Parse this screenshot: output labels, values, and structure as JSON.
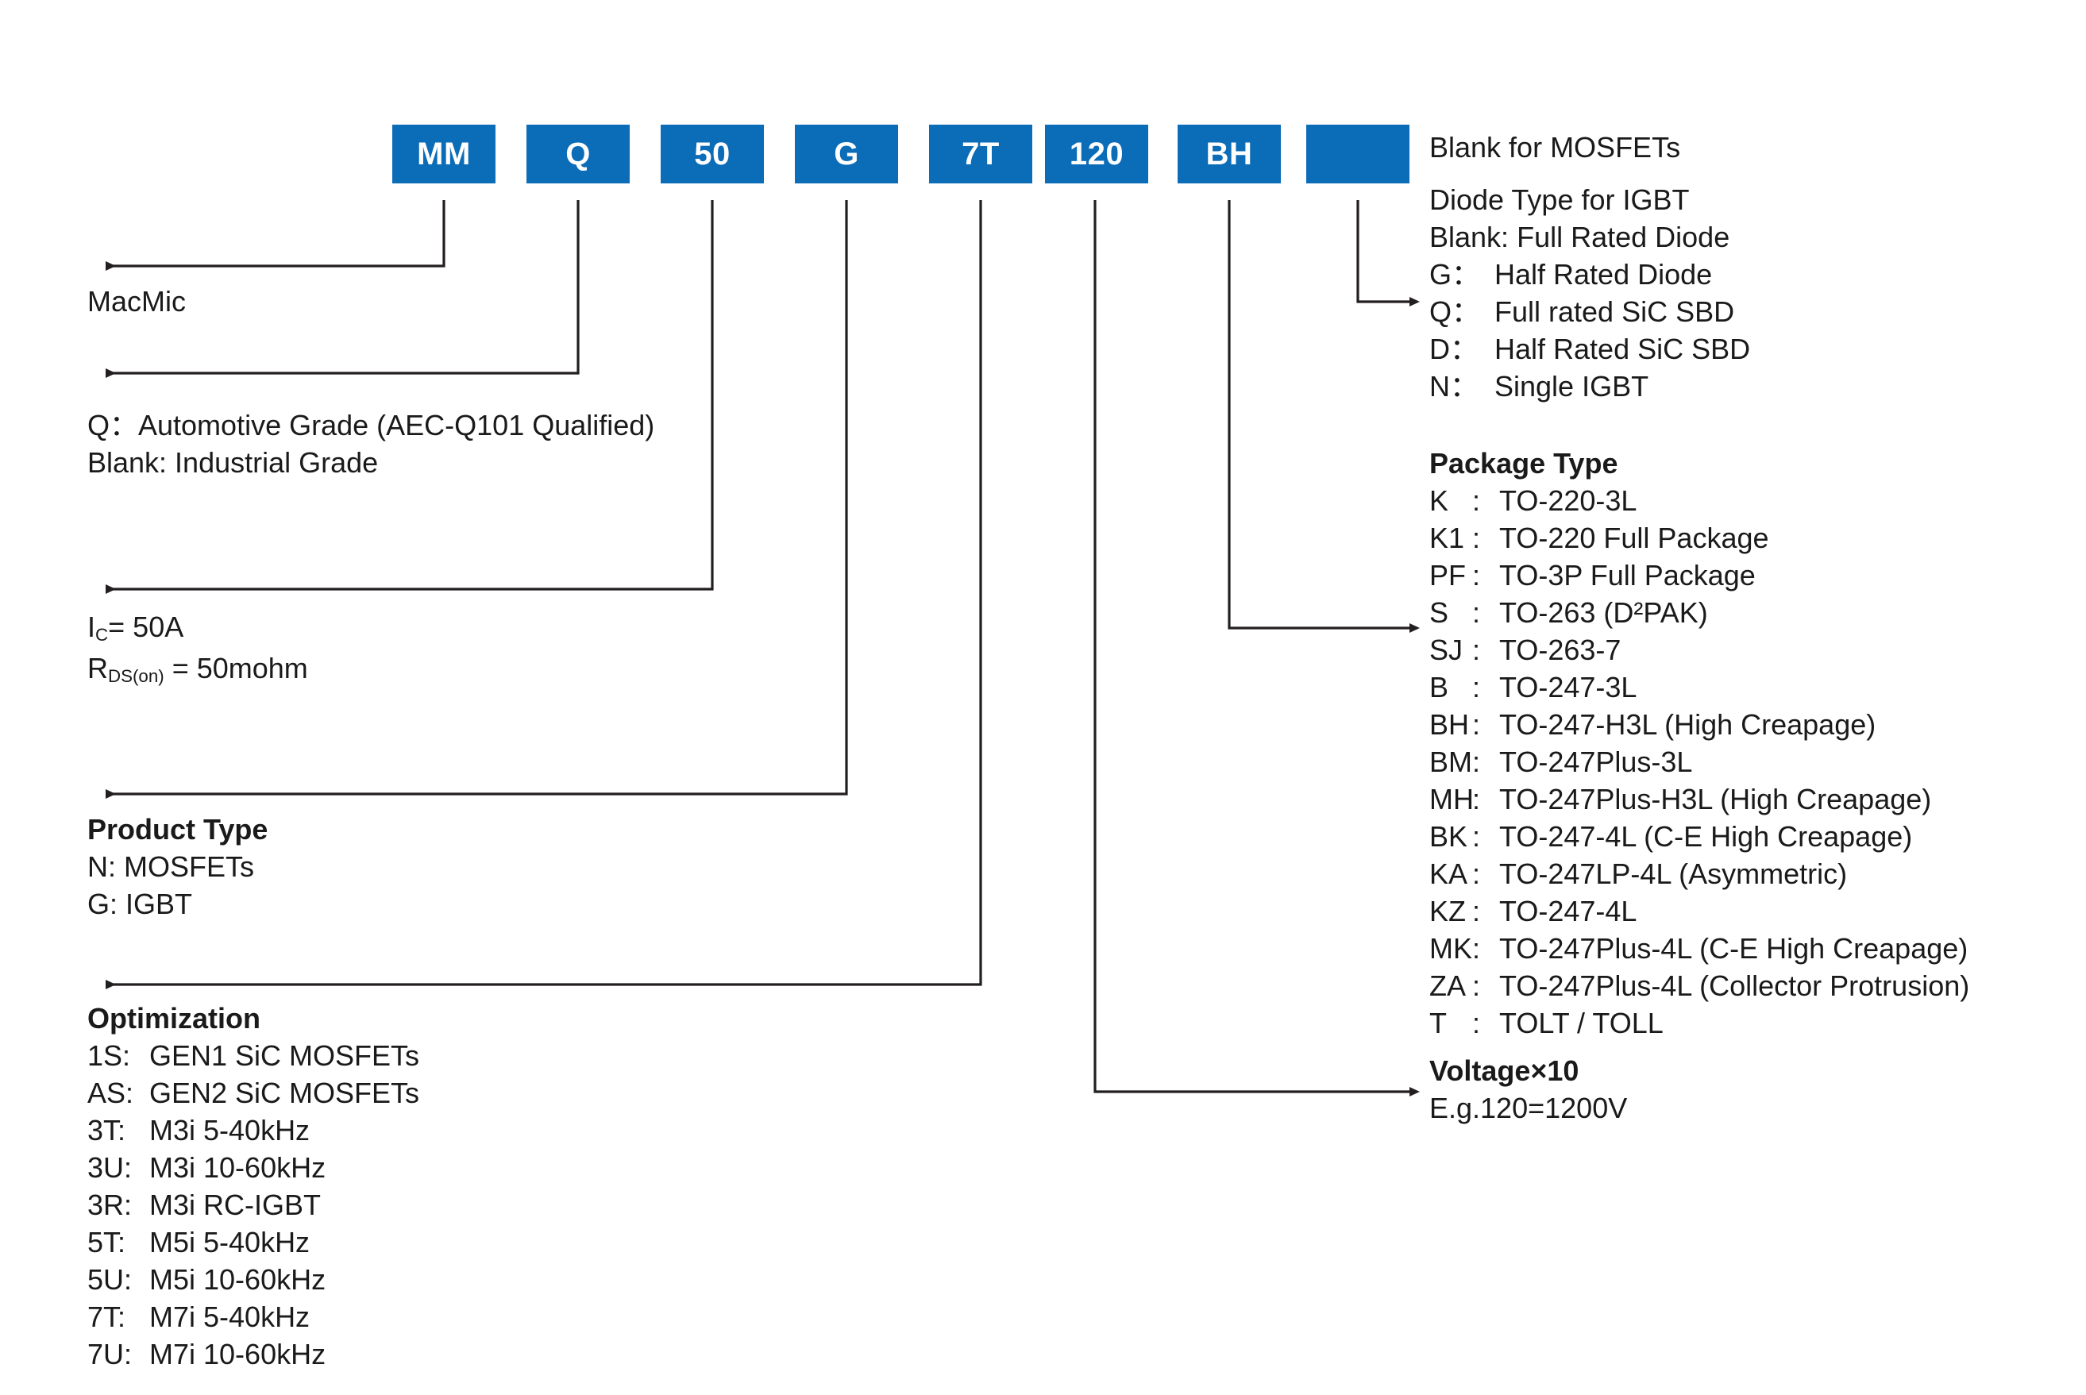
{
  "theme": {
    "box_fill": "#0b6cb7",
    "box_text": "#ffffff",
    "line_color": "#231f20",
    "text_color": "#1a1a1a",
    "page_background": "#ffffff"
  },
  "part_number_boxes": [
    {
      "label": "MM",
      "name": "box-mm"
    },
    {
      "label": "Q",
      "name": "box-q"
    },
    {
      "label": "50",
      "name": "box-50"
    },
    {
      "label": "G",
      "name": "box-g"
    },
    {
      "label": "7T",
      "name": "box-7t"
    },
    {
      "label": "120",
      "name": "box-120"
    },
    {
      "label": "BH",
      "name": "box-bh"
    },
    {
      "label": "",
      "name": "box-blank"
    }
  ],
  "left_callouts": {
    "manufacturer": {
      "lines": [
        "MacMic"
      ]
    },
    "grade": {
      "lines": [
        "Q：Automotive Grade (AEC-Q101 Qualified)",
        "Blank: Industrial Grade"
      ]
    },
    "rating": {
      "line1_pre": "I",
      "line1_sub": "C",
      "line1_post": "= 50A",
      "line2_pre": "R",
      "line2_sub": "DS(on)",
      "line2_post": " = 50mohm"
    },
    "product_type": {
      "heading": "Product Type",
      "items": [
        "N: MOSFETs",
        "G: IGBT"
      ]
    },
    "optimization": {
      "heading": "Optimization",
      "items": [
        {
          "code": "1S:",
          "desc": "GEN1 SiC MOSFETs"
        },
        {
          "code": "AS:",
          "desc": "GEN2 SiC MOSFETs"
        },
        {
          "code": "3T:",
          "desc": "M3i 5-40kHz"
        },
        {
          "code": "3U:",
          "desc": "M3i 10-60kHz"
        },
        {
          "code": "3R:",
          "desc": "M3i RC-IGBT"
        },
        {
          "code": "5T:",
          "desc": "M5i 5-40kHz"
        },
        {
          "code": "5U:",
          "desc": "M5i 10-60kHz"
        },
        {
          "code": "7T:",
          "desc": "M7i 5-40kHz"
        },
        {
          "code": "7U:",
          "desc": "M7i 10-60kHz"
        }
      ]
    }
  },
  "right_callouts": {
    "blank_note": {
      "lines": [
        "Blank for MOSFETs"
      ]
    },
    "diode_type": {
      "heading": "Diode Type for IGBT",
      "items": [
        {
          "code": "Blank:",
          "desc": "Full Rated Diode"
        },
        {
          "code": "G：",
          "desc": "Half Rated Diode"
        },
        {
          "code": "Q：",
          "desc": "Full rated SiC SBD"
        },
        {
          "code": "D：",
          "desc": "Half Rated SiC SBD"
        },
        {
          "code": "N：",
          "desc": "Single IGBT"
        }
      ]
    },
    "package_type": {
      "heading": "Package Type",
      "items": [
        {
          "code": "K",
          "sep": ":",
          "desc": "TO-220-3L"
        },
        {
          "code": "K1",
          "sep": ":",
          "desc": "TO-220 Full Package"
        },
        {
          "code": "PF",
          "sep": ":",
          "desc": "TO-3P Full Package"
        },
        {
          "code": "S",
          "sep": ":",
          "desc": "TO-263 (D²PAK)"
        },
        {
          "code": "SJ",
          "sep": ":",
          "desc": "TO-263-7"
        },
        {
          "code": "B",
          "sep": ":",
          "desc": "TO-247-3L"
        },
        {
          "code": "BH",
          "sep": ":",
          "desc": "TO-247-H3L (High Creapage)"
        },
        {
          "code": "BM",
          "sep": ":",
          "desc": "TO-247Plus-3L"
        },
        {
          "code": "MH",
          "sep": ":",
          "desc": "TO-247Plus-H3L (High Creapage)"
        },
        {
          "code": "BK",
          "sep": ":",
          "desc": "TO-247-4L (C-E High Creapage)"
        },
        {
          "code": "KA",
          "sep": ":",
          "desc": "TO-247LP-4L (Asymmetric)"
        },
        {
          "code": "KZ",
          "sep": ":",
          "desc": "TO-247-4L"
        },
        {
          "code": "MK",
          "sep": ":",
          "desc": "TO-247Plus-4L (C-E High Creapage)"
        },
        {
          "code": "ZA",
          "sep": ":",
          "desc": "TO-247Plus-4L (Collector Protrusion)"
        },
        {
          "code": "T",
          "sep": ":",
          "desc": "TOLT / TOLL"
        }
      ]
    },
    "voltage": {
      "heading": "Voltage×10",
      "items": [
        "E.g.120=1200V"
      ]
    }
  }
}
